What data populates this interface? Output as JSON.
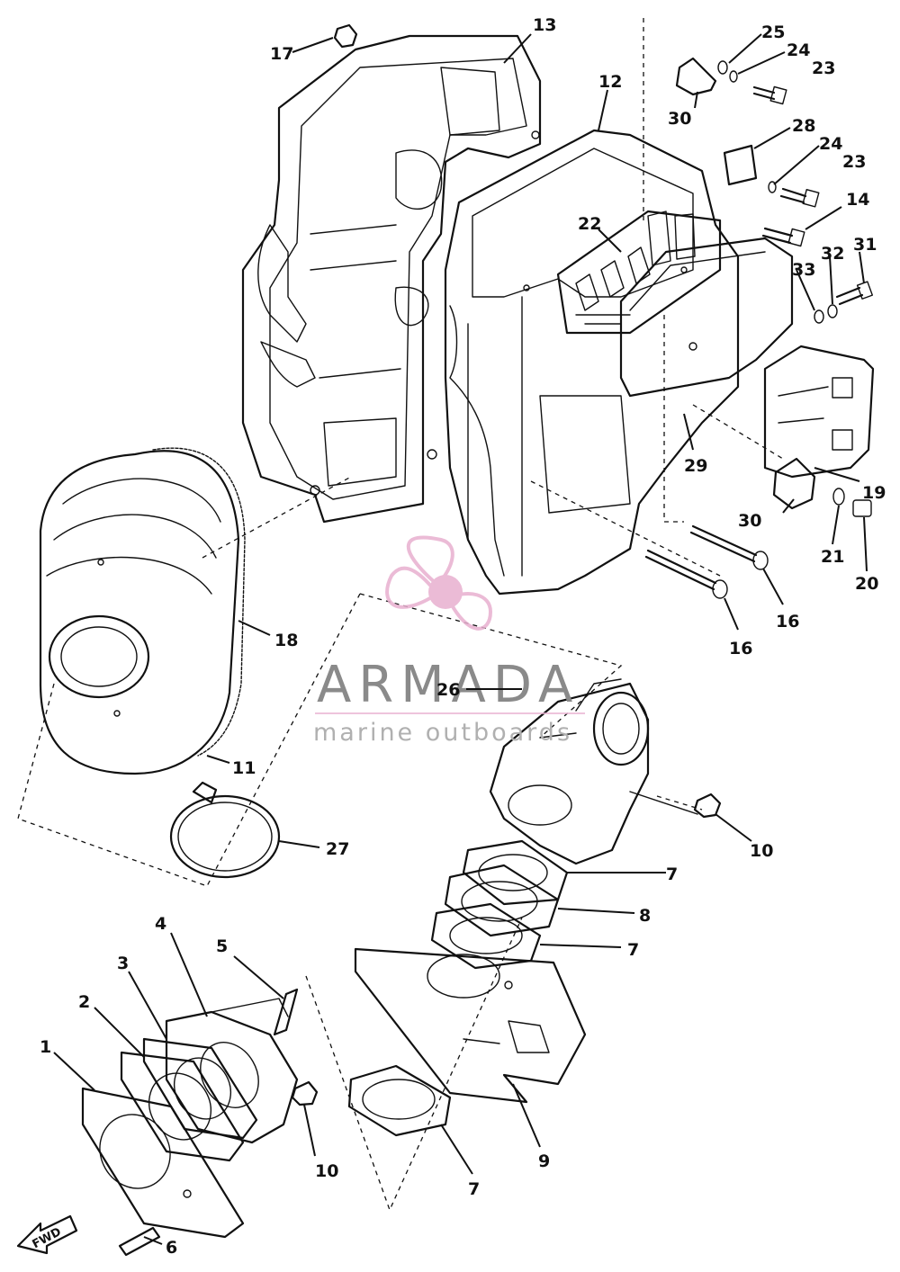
{
  "diagram": {
    "part_labels": [
      "1",
      "2",
      "3",
      "4",
      "5",
      "6",
      "7",
      "7",
      "7",
      "8",
      "9",
      "10",
      "10",
      "11",
      "12",
      "13",
      "14",
      "16",
      "16",
      "17",
      "18",
      "19",
      "20",
      "21",
      "22",
      "23",
      "23",
      "24",
      "24",
      "25",
      "26",
      "27",
      "28",
      "29",
      "30",
      "30",
      "31",
      "32",
      "33"
    ],
    "forward_marker": "FWD"
  },
  "watermark": {
    "brand": "ARMADA",
    "tagline": "marine outboards",
    "accent_color": "#e8b0d0",
    "text_color": "#8a8a8a"
  }
}
